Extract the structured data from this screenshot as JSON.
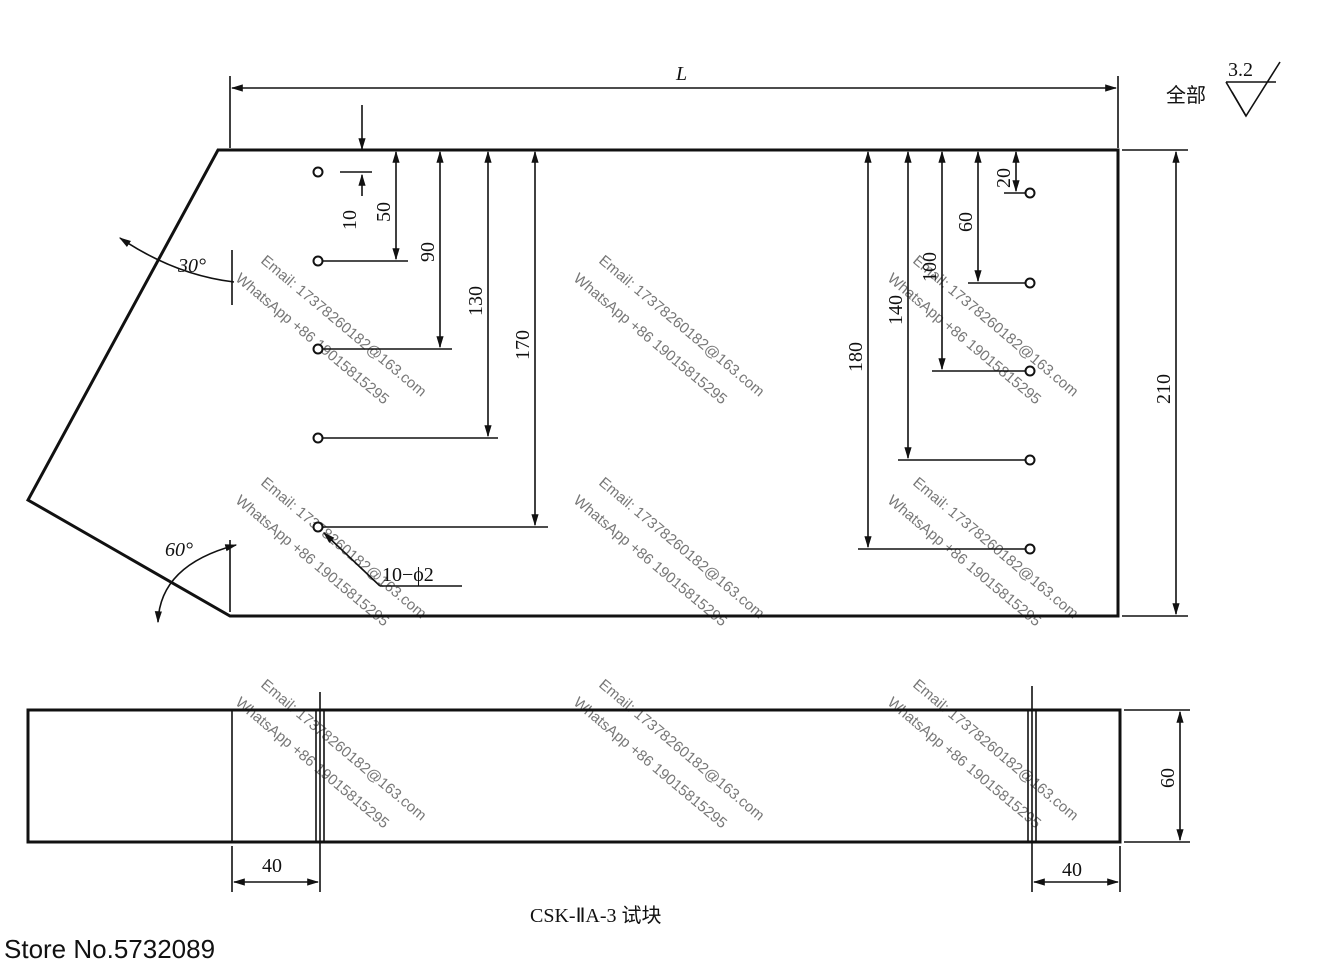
{
  "drawing": {
    "length_label": "L",
    "roughness": {
      "prefix": "全部",
      "value": "3.2"
    },
    "angles": {
      "top": "30°",
      "bottom": "60°"
    },
    "hole_callout": "10−ϕ2",
    "front_view": {
      "left_group": [
        "10",
        "50",
        "90",
        "130",
        "170"
      ],
      "right_group": [
        "20",
        "60",
        "100",
        "140",
        "180"
      ],
      "height": "210"
    },
    "side_view": {
      "left_width": "40",
      "right_width": "40",
      "thickness": "60"
    },
    "caption": "CSK-ⅡA-3 试块"
  },
  "watermark": {
    "email": "Email: 17378260182@163.com",
    "whatsapp": "WhatsApp +86 19015815295"
  },
  "store_label": "Store No.5732089"
}
